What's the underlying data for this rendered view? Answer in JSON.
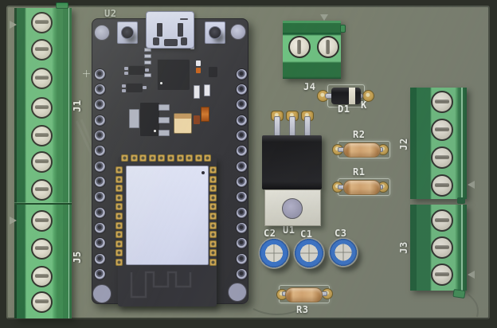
{
  "view": {
    "description": "3D rendered printed circuit board, top view"
  },
  "labels": {
    "U2": "U2",
    "J1": "J1",
    "J5": "J5",
    "J4": "J4",
    "D1": "D1",
    "K": "K",
    "R1": "R1",
    "R2": "R2",
    "R3": "R3",
    "C1": "C1",
    "C2": "C2",
    "C3": "C3",
    "U1": "U1",
    "J2": "J2",
    "J3": "J3"
  },
  "components": [
    {
      "ref": "J1",
      "type": "screw-terminal-block",
      "positions": 7
    },
    {
      "ref": "J5",
      "type": "screw-terminal-block",
      "positions": 4
    },
    {
      "ref": "J2",
      "type": "screw-terminal-block",
      "positions": 4
    },
    {
      "ref": "J3",
      "type": "screw-terminal-block",
      "positions": 3
    },
    {
      "ref": "J4",
      "type": "screw-terminal-block",
      "positions": 2
    },
    {
      "ref": "U2",
      "type": "esp32-devkit-daughter-board"
    },
    {
      "ref": "U1",
      "type": "to220-package"
    },
    {
      "ref": "D1",
      "type": "axial-diode",
      "cathode_mark": "K"
    },
    {
      "ref": "R1",
      "type": "axial-resistor"
    },
    {
      "ref": "R2",
      "type": "axial-resistor"
    },
    {
      "ref": "R3",
      "type": "axial-resistor"
    },
    {
      "ref": "C1",
      "type": "radial-electrolytic-capacitor"
    },
    {
      "ref": "C2",
      "type": "radial-electrolytic-capacitor"
    },
    {
      "ref": "C3",
      "type": "radial-electrolytic-capacitor"
    }
  ],
  "colors": {
    "pcb_face": "#7b806f",
    "background_edge": "#2c2f28",
    "terminal_light_green": "#6fc282",
    "terminal_dark_green": "#256e40",
    "screw_head": "#e6e2d4",
    "devboard_body": "#3d3d41",
    "esp32_shield": "#d7dbf2",
    "pad_gold": "#cda654",
    "resistor_tan": "#dcaa72",
    "capacitor_blue": "#3a74c9",
    "capacitor_top": "#dedcd2",
    "diode_body": "#1d1d1f",
    "diode_band": "#e9e5d4",
    "silkscreen": "#f3f5ee"
  }
}
